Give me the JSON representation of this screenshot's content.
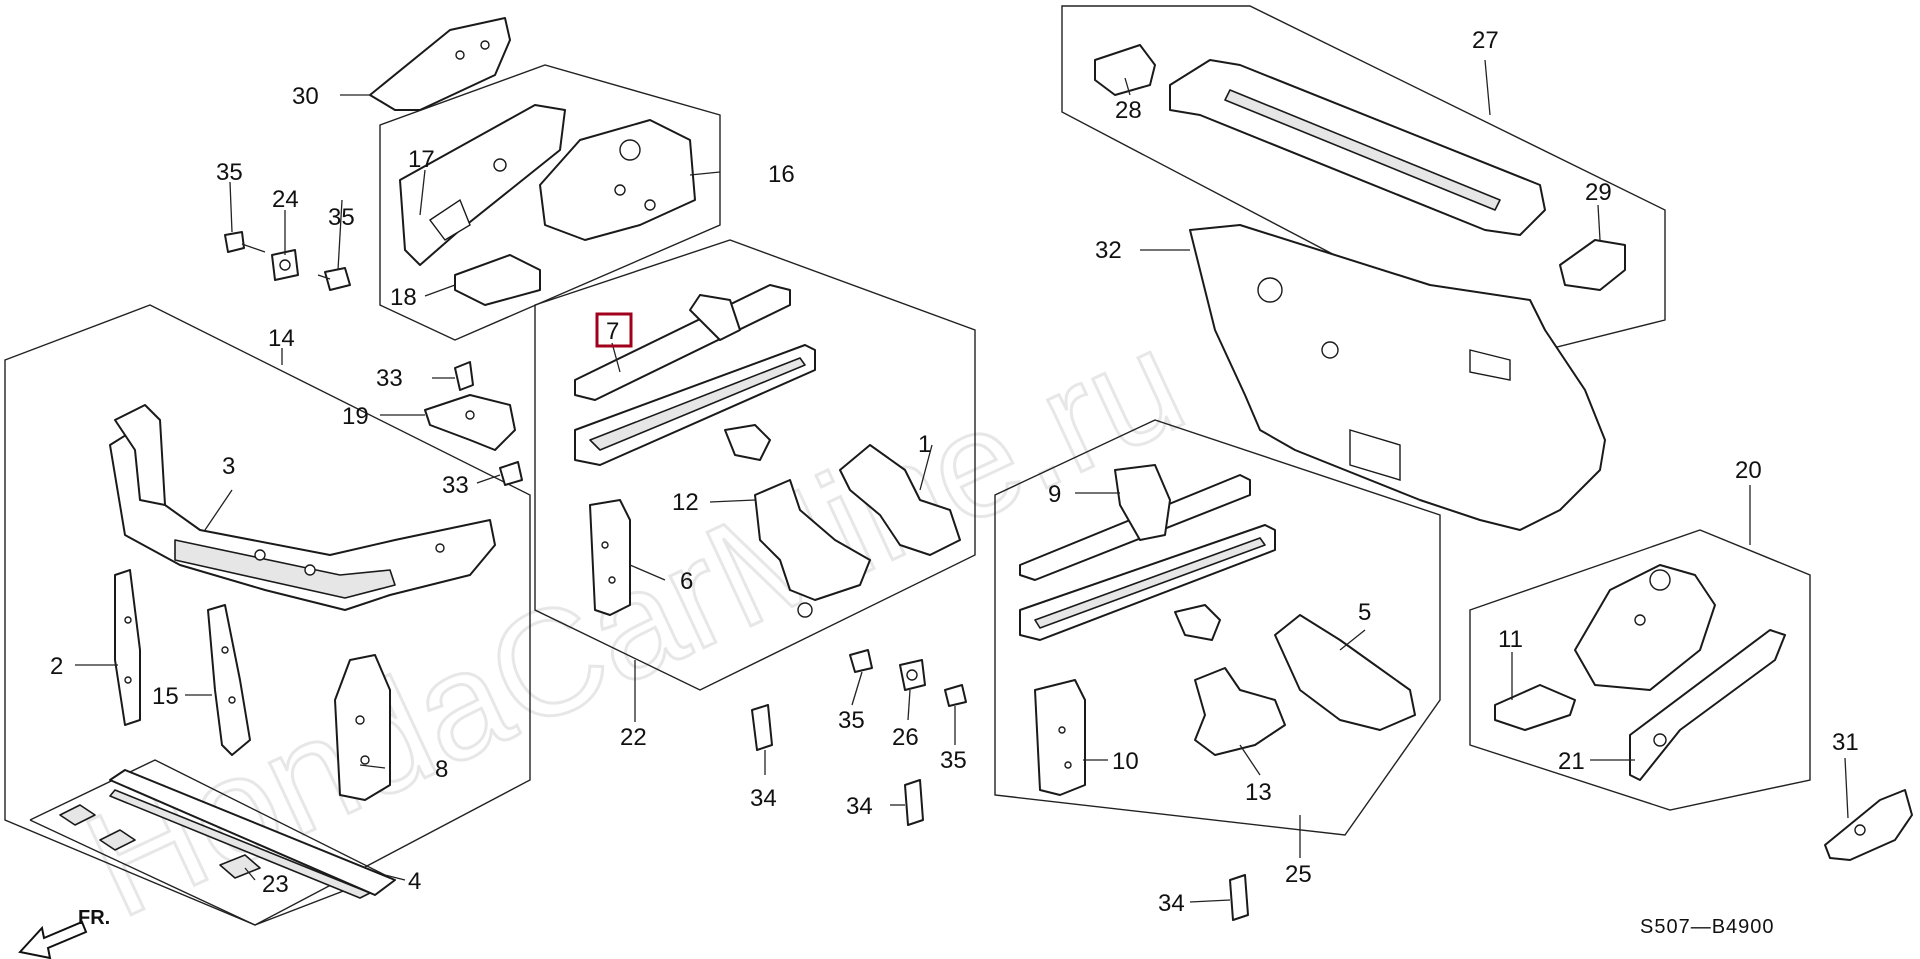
{
  "diagram": {
    "watermark": "HondaCarMine.ru",
    "diagram_code": "S507—B4900",
    "direction_label": "FR.",
    "highlighted_callout": "7",
    "callouts": {
      "c1": "1",
      "c2": "2",
      "c3": "3",
      "c4": "4",
      "c5": "5",
      "c6": "6",
      "c7": "7",
      "c8": "8",
      "c9": "9",
      "c10": "10",
      "c11": "11",
      "c12": "12",
      "c13": "13",
      "c14": "14",
      "c15": "15",
      "c16": "16",
      "c17": "17",
      "c18": "18",
      "c19": "19",
      "c20": "20",
      "c21": "21",
      "c22": "22",
      "c23": "23",
      "c24": "24",
      "c25": "25",
      "c26": "26",
      "c27": "27",
      "c28": "28",
      "c29": "29",
      "c30": "30",
      "c31": "31",
      "c32": "32",
      "c33a": "33",
      "c33b": "33",
      "c34a": "34",
      "c34b": "34",
      "c34c": "34",
      "c35a": "35",
      "c35b": "35",
      "c35c": "35",
      "c35d": "35"
    }
  }
}
